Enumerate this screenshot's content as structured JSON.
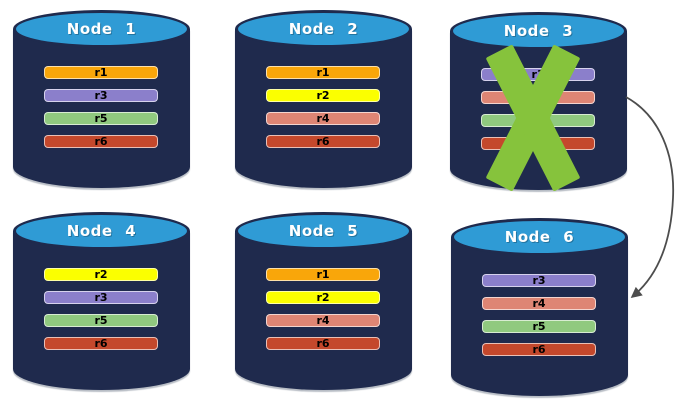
{
  "diagram": {
    "background": "#ffffff",
    "colors": {
      "cylinder_top": "#2F9BD5",
      "cylinder_body": "#1F2A4D",
      "title_text": "#ffffff",
      "bar_text": "#000000",
      "failure_x": "#86C33C",
      "arrow": "#4d4d4d"
    },
    "replica_colors": {
      "r1": "#F9A60A",
      "r2": "#FBFF00",
      "r3": "#8B7FCB",
      "r4": "#DE8574",
      "r5": "#90C97F",
      "r6": "#C4482C"
    },
    "failed_node": "Node 3",
    "arrow": {
      "from": "Node 3",
      "to": "Node 6",
      "color": "#4d4d4d"
    },
    "nodes": [
      {
        "title": "Node 1",
        "failed": false,
        "replicas": [
          {
            "label": "r1",
            "color": "#F9A60A"
          },
          {
            "label": "r3",
            "color": "#8B7FCB"
          },
          {
            "label": "r5",
            "color": "#90C97F"
          },
          {
            "label": "r6",
            "color": "#C4482C"
          }
        ]
      },
      {
        "title": "Node 2",
        "failed": false,
        "replicas": [
          {
            "label": "r1",
            "color": "#F9A60A"
          },
          {
            "label": "r2",
            "color": "#FBFF00"
          },
          {
            "label": "r4",
            "color": "#DE8574"
          },
          {
            "label": "r6",
            "color": "#C4482C"
          }
        ]
      },
      {
        "title": "Node 3",
        "failed": true,
        "replicas": [
          {
            "label": "r3",
            "color": "#8B7FCB"
          },
          {
            "label": "",
            "color": "#DE8574"
          },
          {
            "label": "",
            "color": "#90C97F"
          },
          {
            "label": "",
            "color": "#C4482C"
          }
        ]
      },
      {
        "title": "Node 4",
        "failed": false,
        "replicas": [
          {
            "label": "r2",
            "color": "#FBFF00"
          },
          {
            "label": "r3",
            "color": "#8B7FCB"
          },
          {
            "label": "r5",
            "color": "#90C97F"
          },
          {
            "label": "r6",
            "color": "#C4482C"
          }
        ]
      },
      {
        "title": "Node 5",
        "failed": false,
        "replicas": [
          {
            "label": "r1",
            "color": "#F9A60A"
          },
          {
            "label": "r2",
            "color": "#FBFF00"
          },
          {
            "label": "r4",
            "color": "#DE8574"
          },
          {
            "label": "r6",
            "color": "#C4482C"
          }
        ]
      },
      {
        "title": "Node 6",
        "failed": false,
        "replicas": [
          {
            "label": "r3",
            "color": "#8B7FCB"
          },
          {
            "label": "r4",
            "color": "#DE8574"
          },
          {
            "label": "r5",
            "color": "#90C97F"
          },
          {
            "label": "r6",
            "color": "#C4482C"
          }
        ]
      }
    ]
  }
}
